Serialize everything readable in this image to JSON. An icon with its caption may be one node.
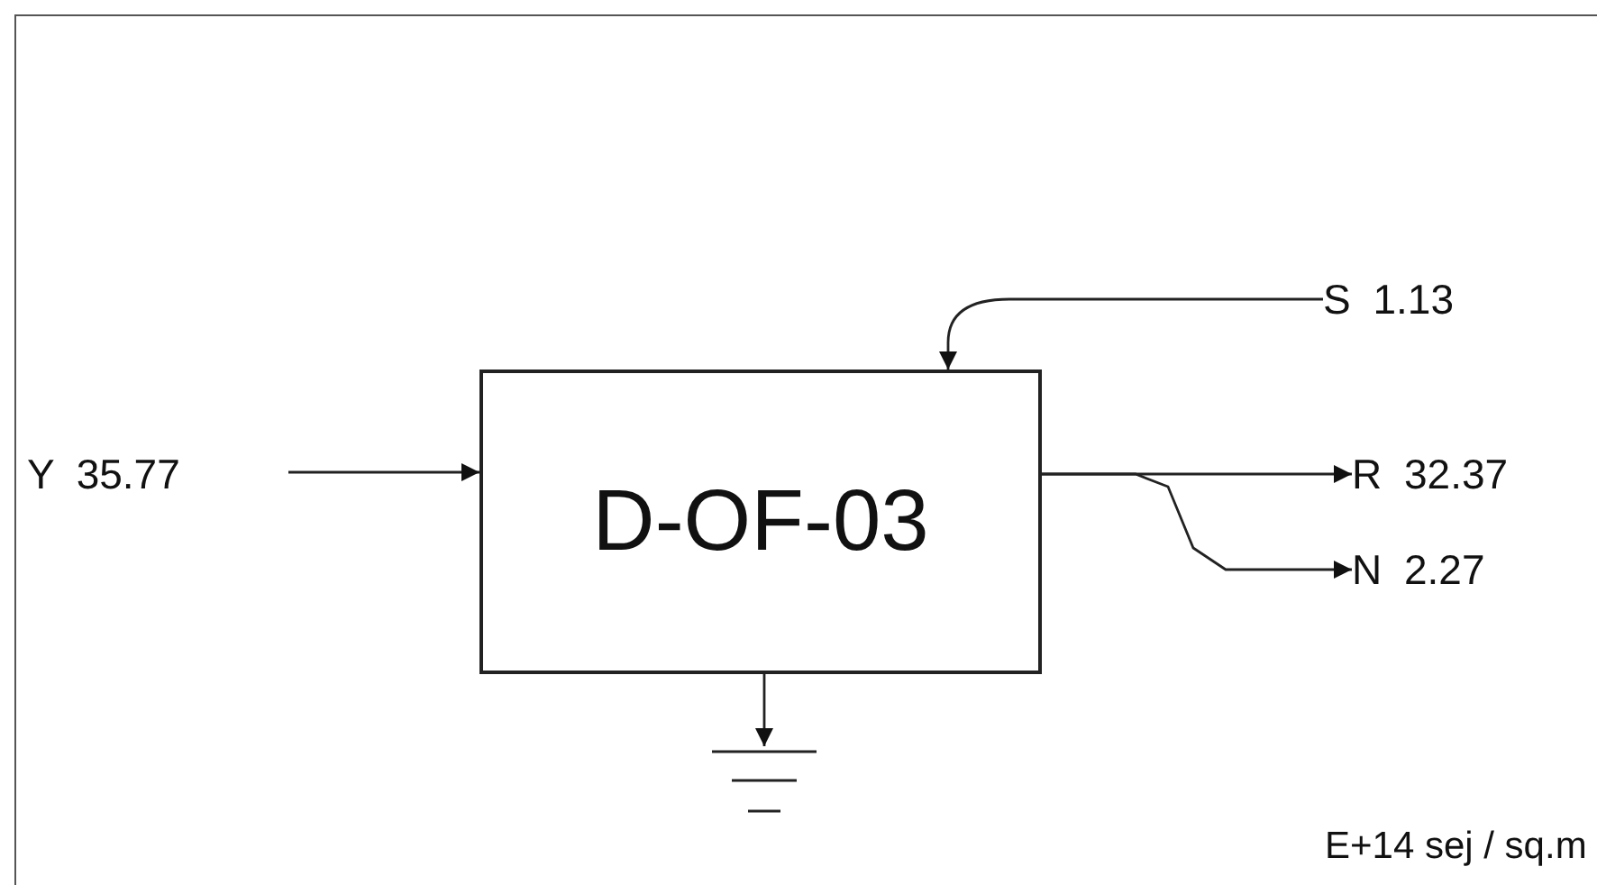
{
  "diagram": {
    "nodes": [
      {
        "text": [
          "D-OF-03"
        ]
      },
      {
        "text": [
          "Y 35.77"
        ]
      },
      {
        "text": [
          "S 1.13"
        ]
      },
      {
        "text": [
          "R 32.37"
        ]
      },
      {
        "text": [
          "N 2.27"
        ]
      },
      {
        "text": [],
        "shape": "ground"
      }
    ],
    "edges": [
      {
        "from": 1,
        "to": 0,
        "arrow": "to"
      },
      {
        "from": 2,
        "to": 0,
        "arrow": "to"
      },
      {
        "from": 0,
        "to": 3,
        "arrow": "to"
      },
      {
        "from": 0,
        "to": 4,
        "arrow": "to"
      },
      {
        "from": 0,
        "to": 5,
        "arrow": "to"
      }
    ],
    "labels": [
      "E+14 sej / sq.m"
    ]
  }
}
